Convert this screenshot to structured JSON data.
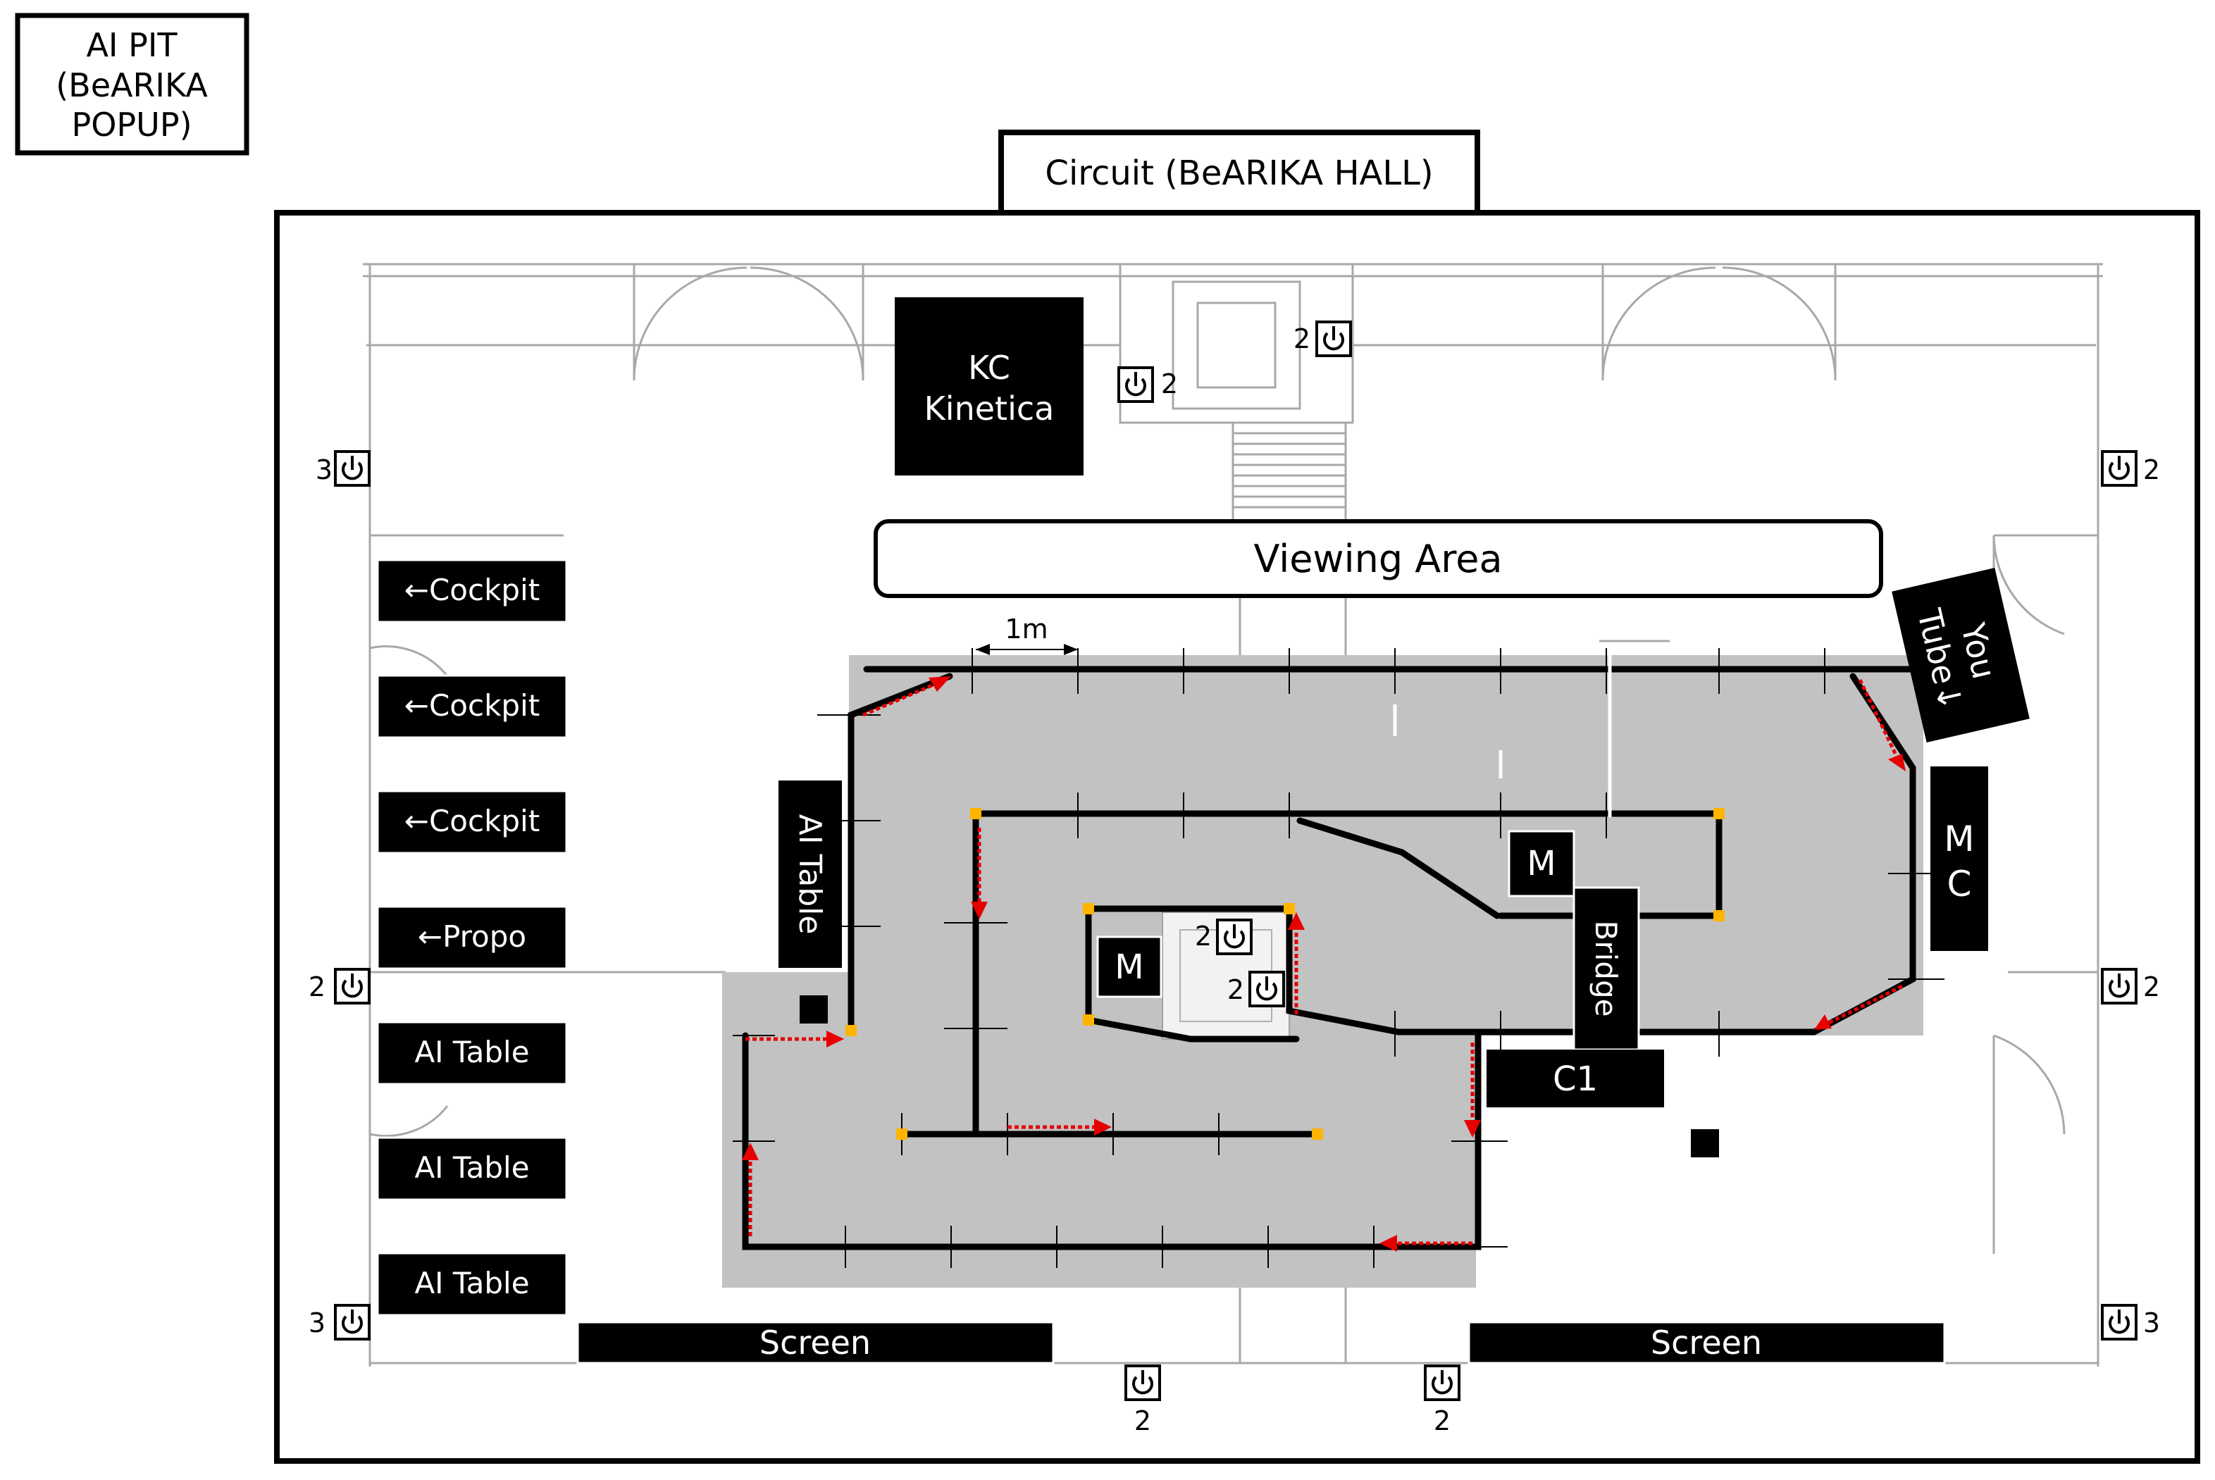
{
  "titles": {
    "ai_pit": [
      "AI PIT",
      "(BeARIKA",
      "POPUP)"
    ],
    "circuit": "Circuit (BeARIKA HALL)"
  },
  "areas": {
    "viewing": "Viewing Area",
    "kc": [
      "KC",
      "Kinetica"
    ],
    "youtube": [
      "You",
      "Tube↓"
    ],
    "mc": [
      "M",
      "C"
    ],
    "ai_table_vertical": "AI Table",
    "bridge": "Bridge",
    "c1": "C1",
    "m_inner": "M",
    "m_right": "M"
  },
  "scale_label": "1m",
  "side_labels": [
    "←Cockpit",
    "←Cockpit",
    "←Cockpit",
    "←Propo",
    "AI Table",
    "AI Table",
    "AI Table"
  ],
  "screens": [
    "Screen",
    "Screen"
  ],
  "power": {
    "counts": [
      "3",
      "2",
      "2",
      "2",
      "2",
      "2",
      "3",
      "3",
      "2",
      "2",
      "2",
      "2"
    ]
  },
  "colors": {
    "track_area": "#c2c2c2",
    "label_bg": "#000000",
    "arrow": "#e60000",
    "marker": "#ffb400"
  }
}
